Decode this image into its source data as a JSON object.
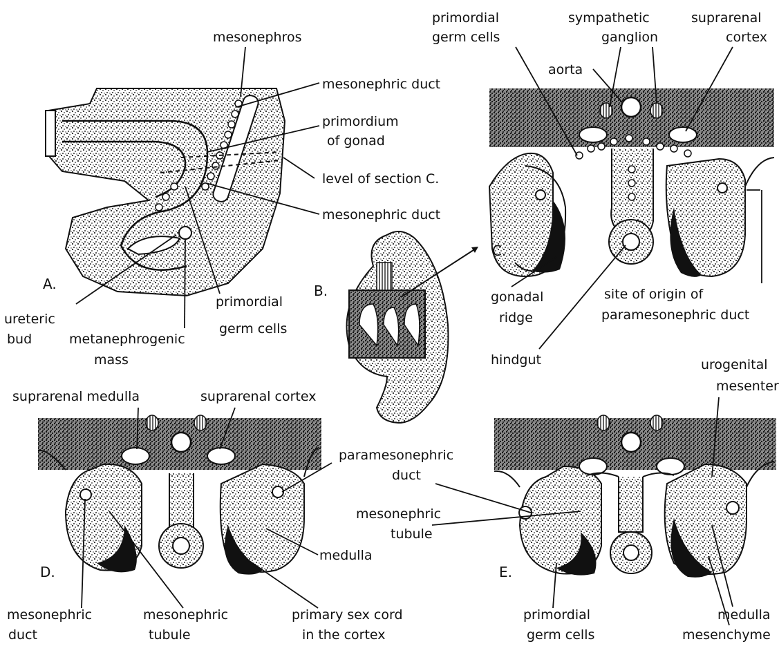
{
  "panels": {
    "A": "A.",
    "B": "B.",
    "C": "C.",
    "D": "D.",
    "E": "E."
  },
  "labels": {
    "mesonephros": "mesonephros",
    "mesonephric_duct_top": "mesonephric duct",
    "primordium_of_gonad_1": "primordium",
    "primordium_of_gonad_2": "of gonad",
    "level_of_section_c": "level of section C.",
    "mesonephric_duct_mid": "mesonephric duct",
    "primordial_germ_cells_a_1": "primordial",
    "primordial_germ_cells_a_2": "germ cells",
    "ureteric_bud_1": "ureteric",
    "ureteric_bud_2": "bud",
    "metanephrogenic_mass_1": "metanephrogenic",
    "metanephrogenic_mass_2": "mass",
    "primordial_germ_cells_c_1": "primordial",
    "primordial_germ_cells_c_2": "germ cells",
    "sympathetic_ganglion_1": "sympathetic",
    "sympathetic_ganglion_2": "ganglion",
    "suprarenal_cortex_c_1": "suprarenal",
    "suprarenal_cortex_c_2": "cortex",
    "aorta": "aorta",
    "gonadal_ridge_1": "gonadal",
    "gonadal_ridge_2": "ridge",
    "site_of_origin_1": "site of origin of",
    "site_of_origin_2": "paramesonephric duct",
    "hindgut": "hindgut",
    "urogenital_mesentery_1": "urogenital",
    "urogenital_mesentery_2": "mesentery",
    "suprarenal_medulla": "suprarenal medulla",
    "suprarenal_cortex_d": "suprarenal cortex",
    "paramesonephric_duct_1": "paramesonephric",
    "paramesonephric_duct_2": "duct",
    "mesonephric_tubule_e_1": "mesonephric",
    "mesonephric_tubule_e_2": "tubule",
    "medulla_d": "medulla",
    "mesonephric_duct_d_1": "mesonephric",
    "mesonephric_duct_d_2": "duct",
    "mesonephric_tubule_d_1": "mesonephric",
    "mesonephric_tubule_d_2": "tubule",
    "primary_sex_cord_1": "primary sex cord",
    "primary_sex_cord_2": "in the cortex",
    "primordial_germ_cells_e_1": "primordial",
    "primordial_germ_cells_e_2": "germ cells",
    "medulla_e": "medulla",
    "mesenchyme": "mesenchyme"
  }
}
